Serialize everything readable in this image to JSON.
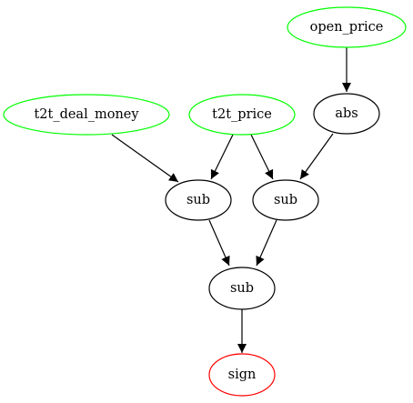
{
  "graph": {
    "nodes": {
      "open_price": {
        "label": "open_price",
        "stroke": "#00ff00"
      },
      "t2t_deal_money": {
        "label": "t2t_deal_money",
        "stroke": "#00ff00"
      },
      "t2t_price": {
        "label": "t2t_price",
        "stroke": "#00ff00"
      },
      "abs": {
        "label": "abs",
        "stroke": "#000000"
      },
      "sub_left": {
        "label": "sub",
        "stroke": "#000000"
      },
      "sub_right": {
        "label": "sub",
        "stroke": "#000000"
      },
      "sub_bottom": {
        "label": "sub",
        "stroke": "#000000"
      },
      "sign": {
        "label": "sign",
        "stroke": "#ff0000"
      }
    },
    "edges": [
      {
        "from": "open_price",
        "to": "abs"
      },
      {
        "from": "t2t_deal_money",
        "to": "sub_left"
      },
      {
        "from": "t2t_price",
        "to": "sub_left"
      },
      {
        "from": "t2t_price",
        "to": "sub_right"
      },
      {
        "from": "abs",
        "to": "sub_right"
      },
      {
        "from": "sub_left",
        "to": "sub_bottom"
      },
      {
        "from": "sub_right",
        "to": "sub_bottom"
      },
      {
        "from": "sub_bottom",
        "to": "sign"
      }
    ]
  }
}
